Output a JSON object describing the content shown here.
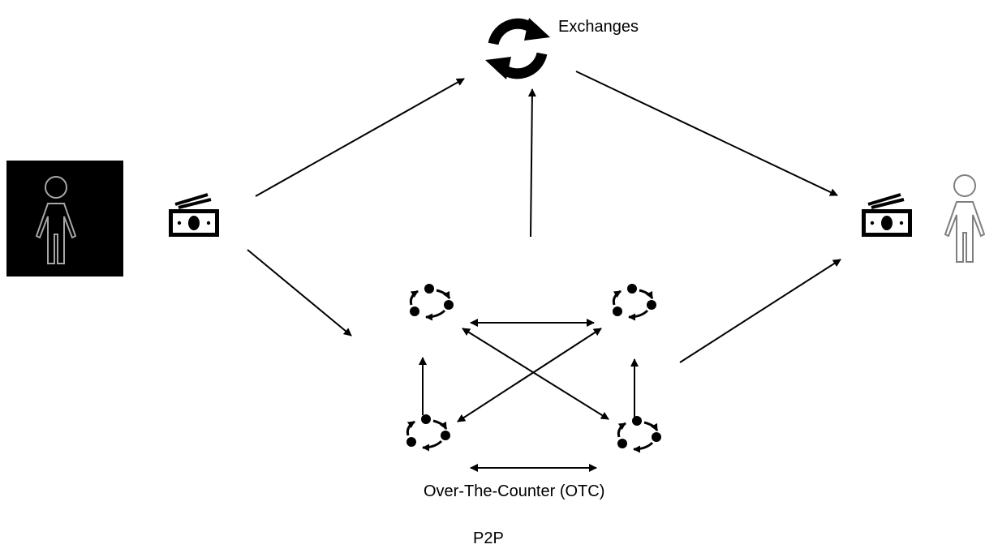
{
  "labels": {
    "exchanges": "Exchanges",
    "otc": "Over-The-Counter (OTC)",
    "p2p": "P2P"
  },
  "icons": {
    "sender": "person-outline-icon",
    "receiver": "person-outline-icon",
    "money": "cash-stack-icon",
    "exchange": "sync-arrows-icon",
    "otc_node": "network-cycle-icon"
  },
  "colors": {
    "ink": "#000000",
    "sender_box": "#000000",
    "person_outline_dark": "#a6a6a6",
    "person_outline_light": "#7f7f7f"
  }
}
